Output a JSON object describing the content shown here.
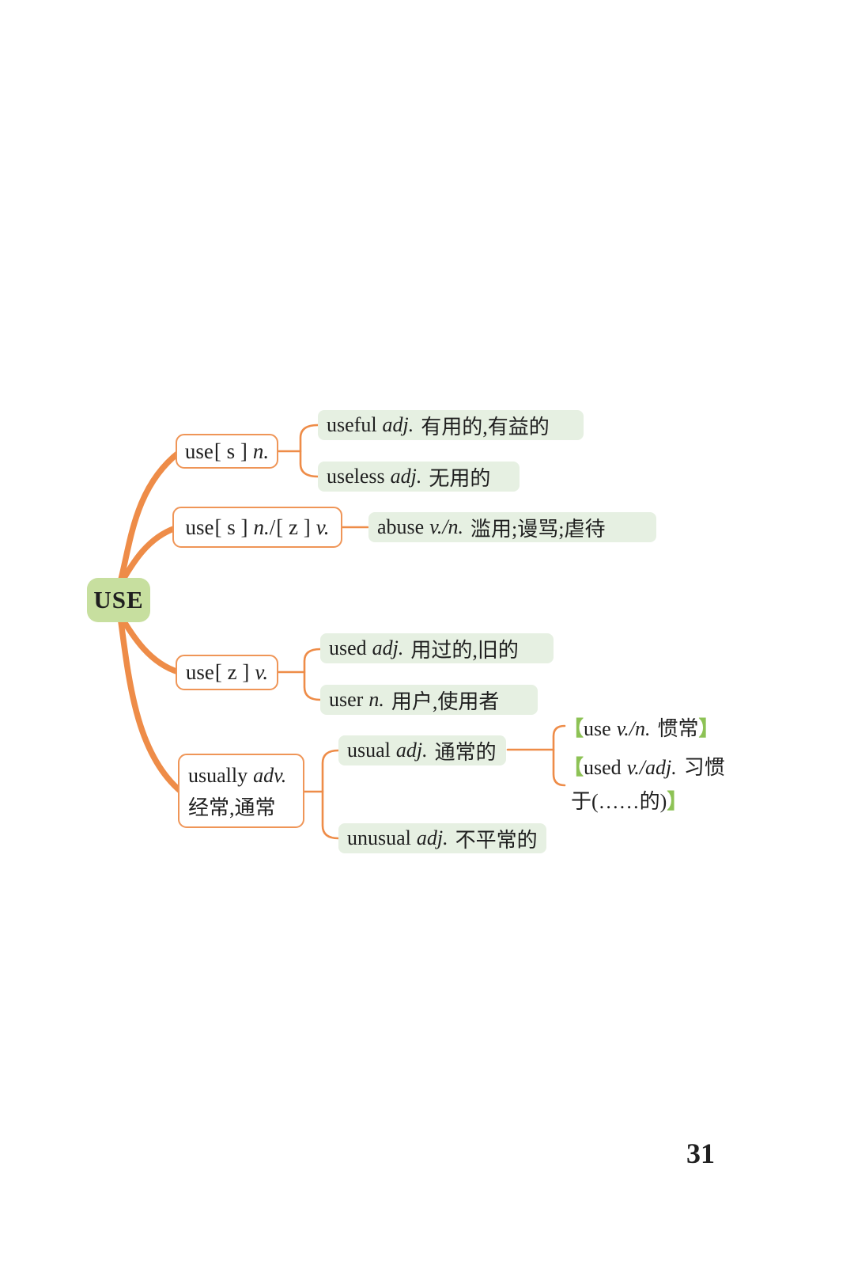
{
  "page": {
    "number": "31"
  },
  "colors": {
    "connector_orange": "#ee8c48",
    "box_border_orange": "#ef9557",
    "leaf_bg_green": "#e6f0e2",
    "root_bg_green": "#c7df9f",
    "bracket_green": "#8dc255",
    "text": "#1f1f1f"
  },
  "root": {
    "label": "USE"
  },
  "branches": {
    "use_s_n": {
      "word": "use",
      "bracket": "[ s ]",
      "pos": "n."
    },
    "use_s_n_z_v": {
      "word": "use",
      "bracket1": "[ s ]",
      "pos1": "n.",
      "slash": "/",
      "bracket2": "[ z ]",
      "pos2": "v."
    },
    "use_z_v": {
      "word": "use",
      "bracket": "[ z ]",
      "pos": "v."
    },
    "usually": {
      "word": "usually",
      "pos": "adv.",
      "meaning": "经常,通常"
    }
  },
  "leaves": {
    "useful": {
      "word": "useful",
      "pos": "adj.",
      "meaning": "有用的,有益的"
    },
    "useless": {
      "word": "useless",
      "pos": "adj.",
      "meaning": "无用的"
    },
    "abuse": {
      "word": "abuse",
      "pos": "v./n.",
      "meaning": "滥用;谩骂;虐待"
    },
    "used": {
      "word": "used",
      "pos": "adj.",
      "meaning": "用过的,旧的"
    },
    "user": {
      "word": "user",
      "pos": "n.",
      "meaning": "用户,使用者"
    },
    "usual": {
      "word": "usual",
      "pos": "adj.",
      "meaning": "通常的"
    },
    "unusual": {
      "word": "unusual",
      "pos": "adj.",
      "meaning": "不平常的"
    }
  },
  "phrases": {
    "use_habit": {
      "open_bracket": "【",
      "word": "use",
      "pos": "v./n.",
      "meaning": "惯常",
      "close_bracket": "】"
    },
    "used_to": {
      "open_bracket": "【",
      "word": "used",
      "pos": "v./adj.",
      "meaning_line1": "习惯",
      "meaning_line2": "于(……的)",
      "close_bracket": "】"
    }
  }
}
